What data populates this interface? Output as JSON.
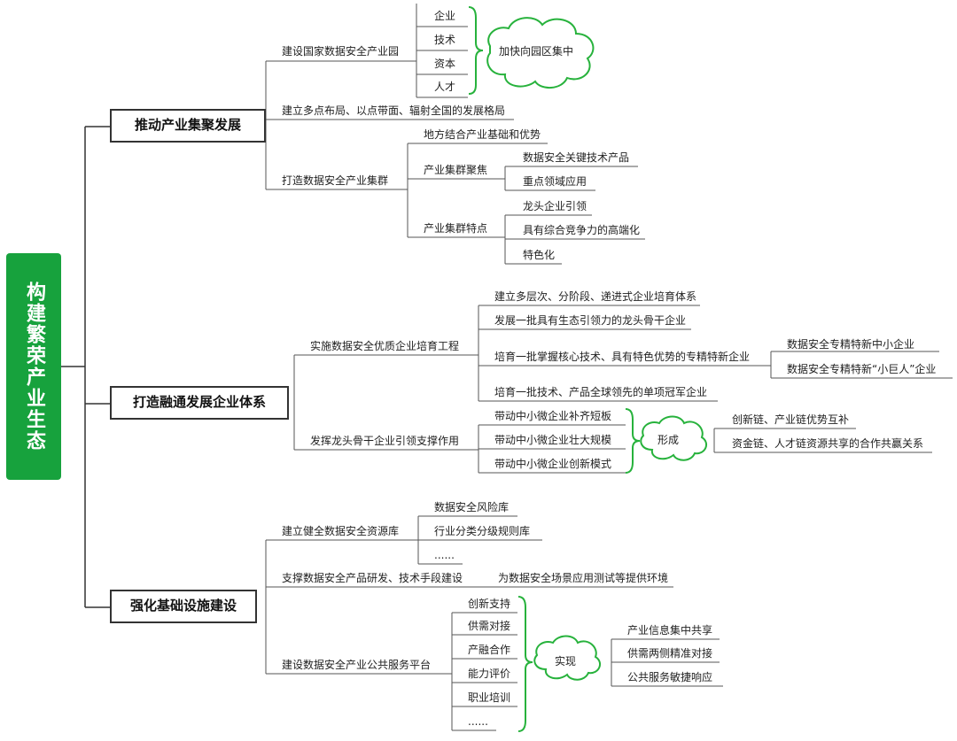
{
  "root": "构建繁荣产业生态",
  "branches": [
    {
      "title": "推动产业集聚发展",
      "n1": "建设国家数据安全产业园",
      "n1_items": [
        "企业",
        "技术",
        "资本",
        "人才"
      ],
      "n1_result": "加快向园区集中",
      "n2": "建立多点布局、以点带面、辐射全国的发展格局",
      "n3": "打造数据安全产业集群",
      "n3_a": "地方结合产业基础和优势",
      "n3_b": "产业集群聚焦",
      "n3_b_items": [
        "数据安全关键技术产品",
        "重点领域应用"
      ],
      "n3_c": "产业集群特点",
      "n3_c_items": [
        "龙头企业引领",
        "具有综合竞争力的高端化",
        "特色化"
      ]
    },
    {
      "title": "打造融通发展企业体系",
      "n1": "实施数据安全优质企业培育工程",
      "n1_items": [
        "建立多层次、分阶段、递进式企业培育体系",
        "发展一批具有生态引领力的龙头骨干企业",
        "培育一批掌握核心技术、具有特色优势的专精特新企业",
        "培育一批技术、产品全球领先的单项冠军企业"
      ],
      "n1_sub": [
        "数据安全专精特新中小企业",
        "数据安全专精特新“小巨人”企业"
      ],
      "n2": "发挥龙头骨干企业引领支撑作用",
      "n2_items": [
        "带动中小微企业补齐短板",
        "带动中小微企业壮大规模",
        "带动中小微企业创新模式"
      ],
      "n2_result": "形成",
      "n2_outcomes": [
        "创新链、产业链优势互补",
        "资金链、人才链资源共享的合作共赢关系"
      ]
    },
    {
      "title": "强化基础设施建设",
      "n1": "建立健全数据安全资源库",
      "n1_items": [
        "数据安全风险库",
        "行业分类分级规则库",
        "......"
      ],
      "n2": "支撑数据安全产品研发、技术手段建设",
      "n2_note": "为数据安全场景应用测试等提供环境",
      "n3": "建设数据安全产业公共服务平台",
      "n3_items": [
        "创新支持",
        "供需对接",
        "产融合作",
        "能力评价",
        "职业培训",
        "......"
      ],
      "n3_result": "实现",
      "n3_outcomes": [
        "产业信息集中共享",
        "供需两侧精准对接",
        "公共服务敏捷响应"
      ]
    }
  ],
  "colors": {
    "root": "#17a23d",
    "brace": "#27b23c",
    "line": "#333333"
  }
}
